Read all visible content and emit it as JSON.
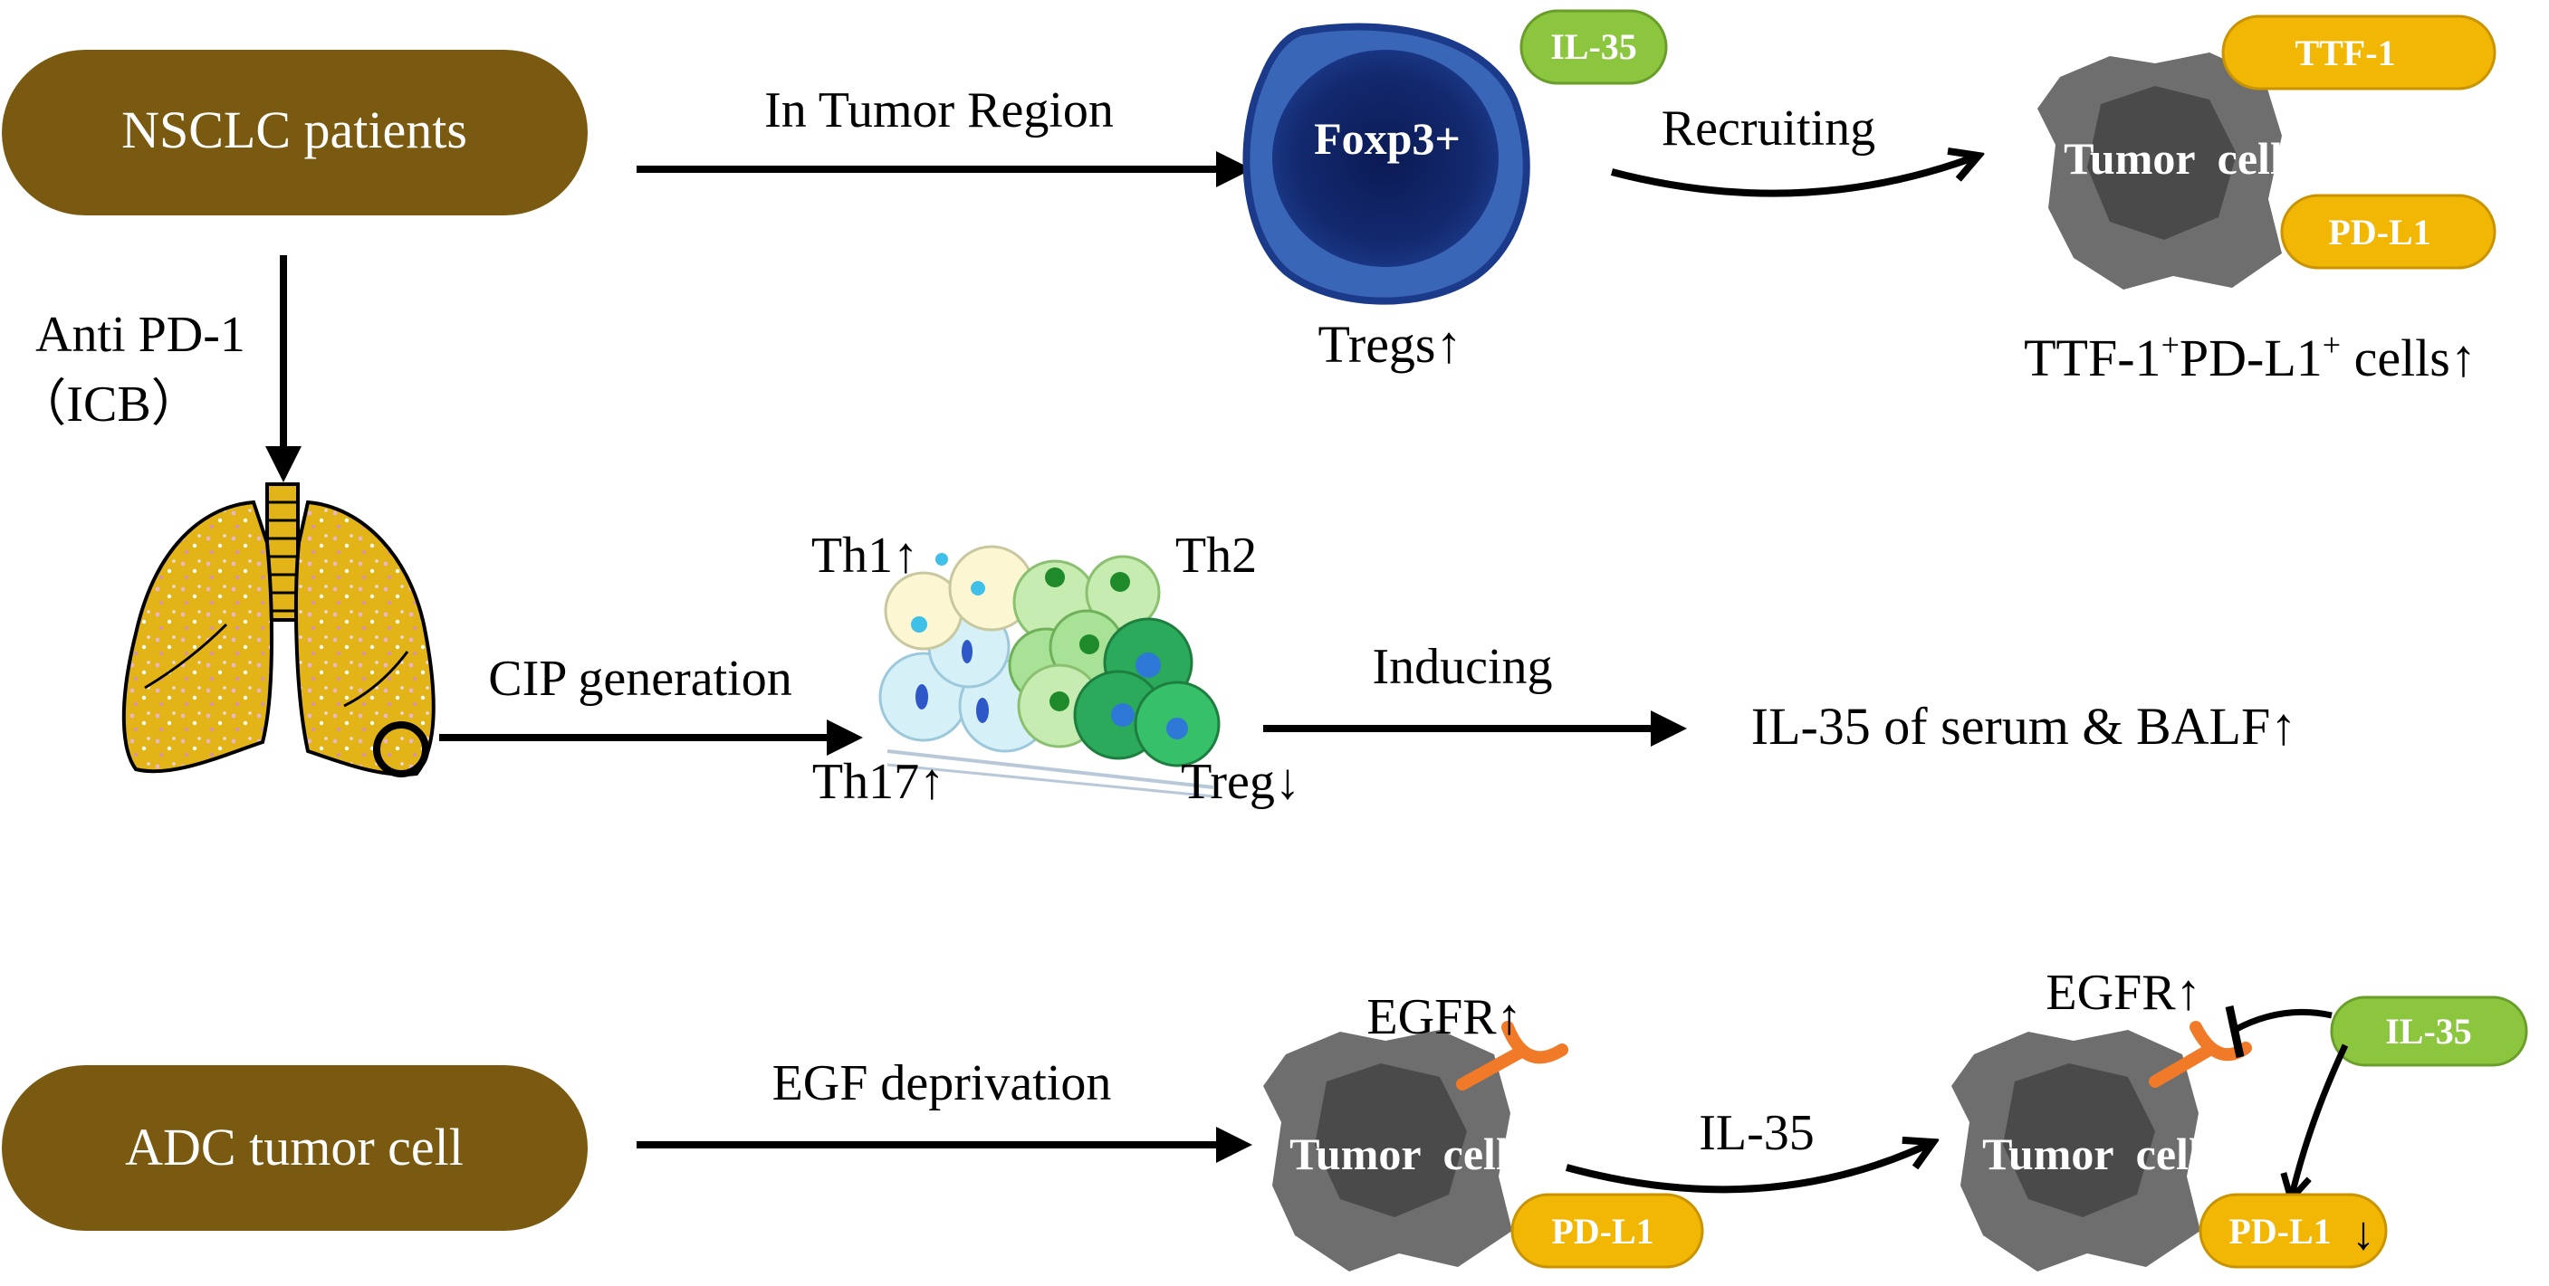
{
  "top_row": {
    "source_label": "NSCLC patients",
    "arrow_label": "In Tumor Region",
    "treg_label": "Foxp3+",
    "il35_tag": "IL-35",
    "treg_caption": "Tregs↑",
    "recruit_label": "Recruiting",
    "tumor_label": "Tumor  cell",
    "ttf1_tag": "TTF-1",
    "pdl1_tag": "PD-L1",
    "cells_caption_a": "TTF-1",
    "cells_caption_sup1": "+",
    "cells_caption_b": "PD-L1",
    "cells_caption_sup2": "+",
    "cells_caption_c": " cells↑"
  },
  "middle_row": {
    "treatment_line1": "Anti PD-1",
    "treatment_line2": "（ICB）",
    "cip_label": "CIP generation",
    "th1_label": "Th1↑",
    "th2_label": "Th2",
    "th17_label": "Th17↑",
    "treg_label": "Treg↓",
    "inducing_label": "Inducing",
    "result_label": "IL-35 of serum & BALF↑"
  },
  "bottom_row": {
    "source_label": "ADC tumor cell",
    "arrow_label": "EGF deprivation",
    "egfr_label_1": "EGFR↑",
    "tumor_label_1": "Tumor  cell",
    "pdl1_tag_1": "PD-L1",
    "il35_arrow_label": "IL-35",
    "egfr_label_2": "EGFR↑",
    "tumor_label_2": "Tumor  cell",
    "pdl1_tag_2": "PD-L1",
    "pdl1_down": "↓",
    "il35_tag": "IL-35"
  },
  "colors": {
    "brown_pill": "#7a5a10",
    "treg_outer": "#2a4f9a",
    "treg_inner": "#0f2060",
    "green_tag": "#8cc63f",
    "yellow_tag": "#f2b705",
    "tumor_outer": "#6e6e6e",
    "tumor_inner": "#4a4a4a",
    "lung": "#e3b418",
    "egfr_orange": "#f07a28"
  }
}
